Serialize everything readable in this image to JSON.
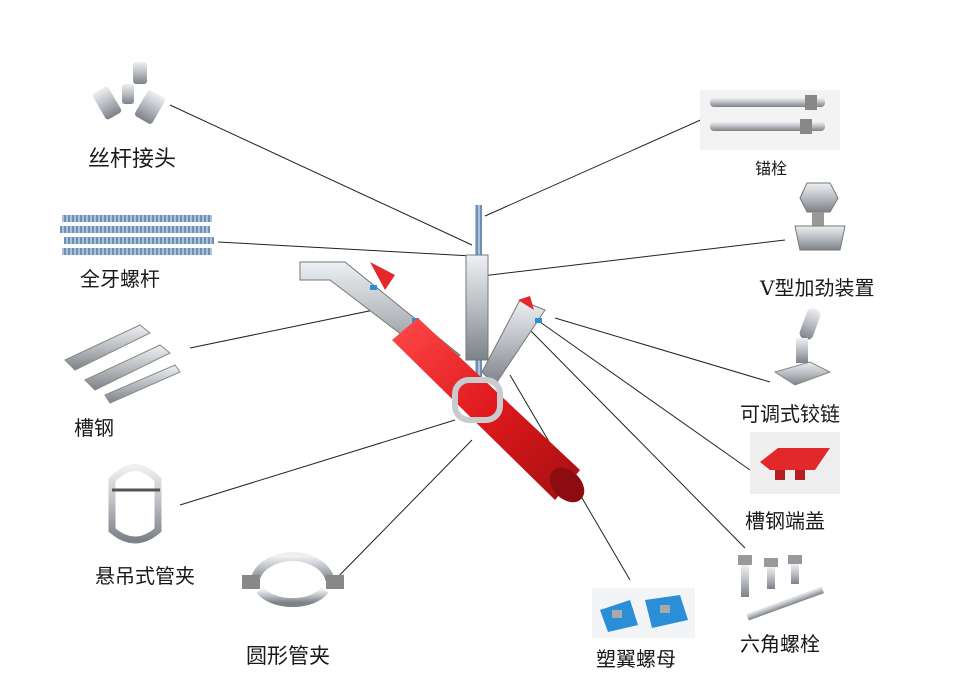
{
  "labels": {
    "rod_coupler": "丝杆接头",
    "threaded_rod": "全牙螺杆",
    "channel_steel": "槽钢",
    "clevis_hanger": "悬吊式管夹",
    "round_clamp": "圆形管夹",
    "wing_nut": "塑翼螺母",
    "hex_bolt": "六角螺栓",
    "channel_end_cap": "槽钢端盖",
    "adjustable_hinge": "可调式铰链",
    "v_stiffener": "V型加劲装置",
    "anchor_bolt": "锚栓"
  },
  "colors": {
    "pipe": "#e8262a",
    "steel": "#c9cbcf",
    "line": "#222222",
    "plastic_blue": "#2a8fd6",
    "cap_red": "#e3282c"
  }
}
